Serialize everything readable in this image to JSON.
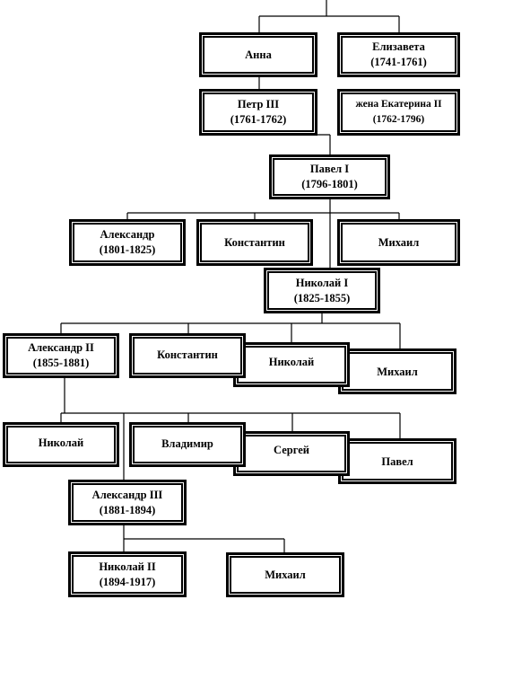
{
  "people": {
    "anna": {
      "name": "Анна",
      "years": ""
    },
    "elizaveta": {
      "name": "Елизавета",
      "years": "(1741-1761)"
    },
    "petr3": {
      "name": "Петр III",
      "years": "(1761-1762)"
    },
    "ekaterina2": {
      "name": "жена Екатерина II",
      "years": "(1762-1796)"
    },
    "pavel1": {
      "name": "Павел I",
      "years": "(1796-1801)"
    },
    "aleksandr1": {
      "name": "Александр",
      "years": "(1801-1825)"
    },
    "konstantin1": {
      "name": "Константин",
      "years": ""
    },
    "mikhail1": {
      "name": "Михаил",
      "years": ""
    },
    "nikolai1": {
      "name": "Николай I",
      "years": "(1825-1855)"
    },
    "aleksandr2": {
      "name": "Александр II",
      "years": "(1855-1881)"
    },
    "konstantin2": {
      "name": "Константин",
      "years": ""
    },
    "nikolai_b": {
      "name": "Николай",
      "years": ""
    },
    "mikhail2": {
      "name": "Михаил",
      "years": ""
    },
    "nikolai_c": {
      "name": "Николай",
      "years": ""
    },
    "vladimir": {
      "name": "Владимир",
      "years": ""
    },
    "sergei": {
      "name": "Сергей",
      "years": ""
    },
    "pavel": {
      "name": "Павел",
      "years": ""
    },
    "aleksandr3": {
      "name": "Александр III",
      "years": "(1881-1894)"
    },
    "nikolai2": {
      "name": "Николай II",
      "years": "(1894-1917)"
    },
    "mikhail3": {
      "name": "Михаил",
      "years": ""
    }
  }
}
